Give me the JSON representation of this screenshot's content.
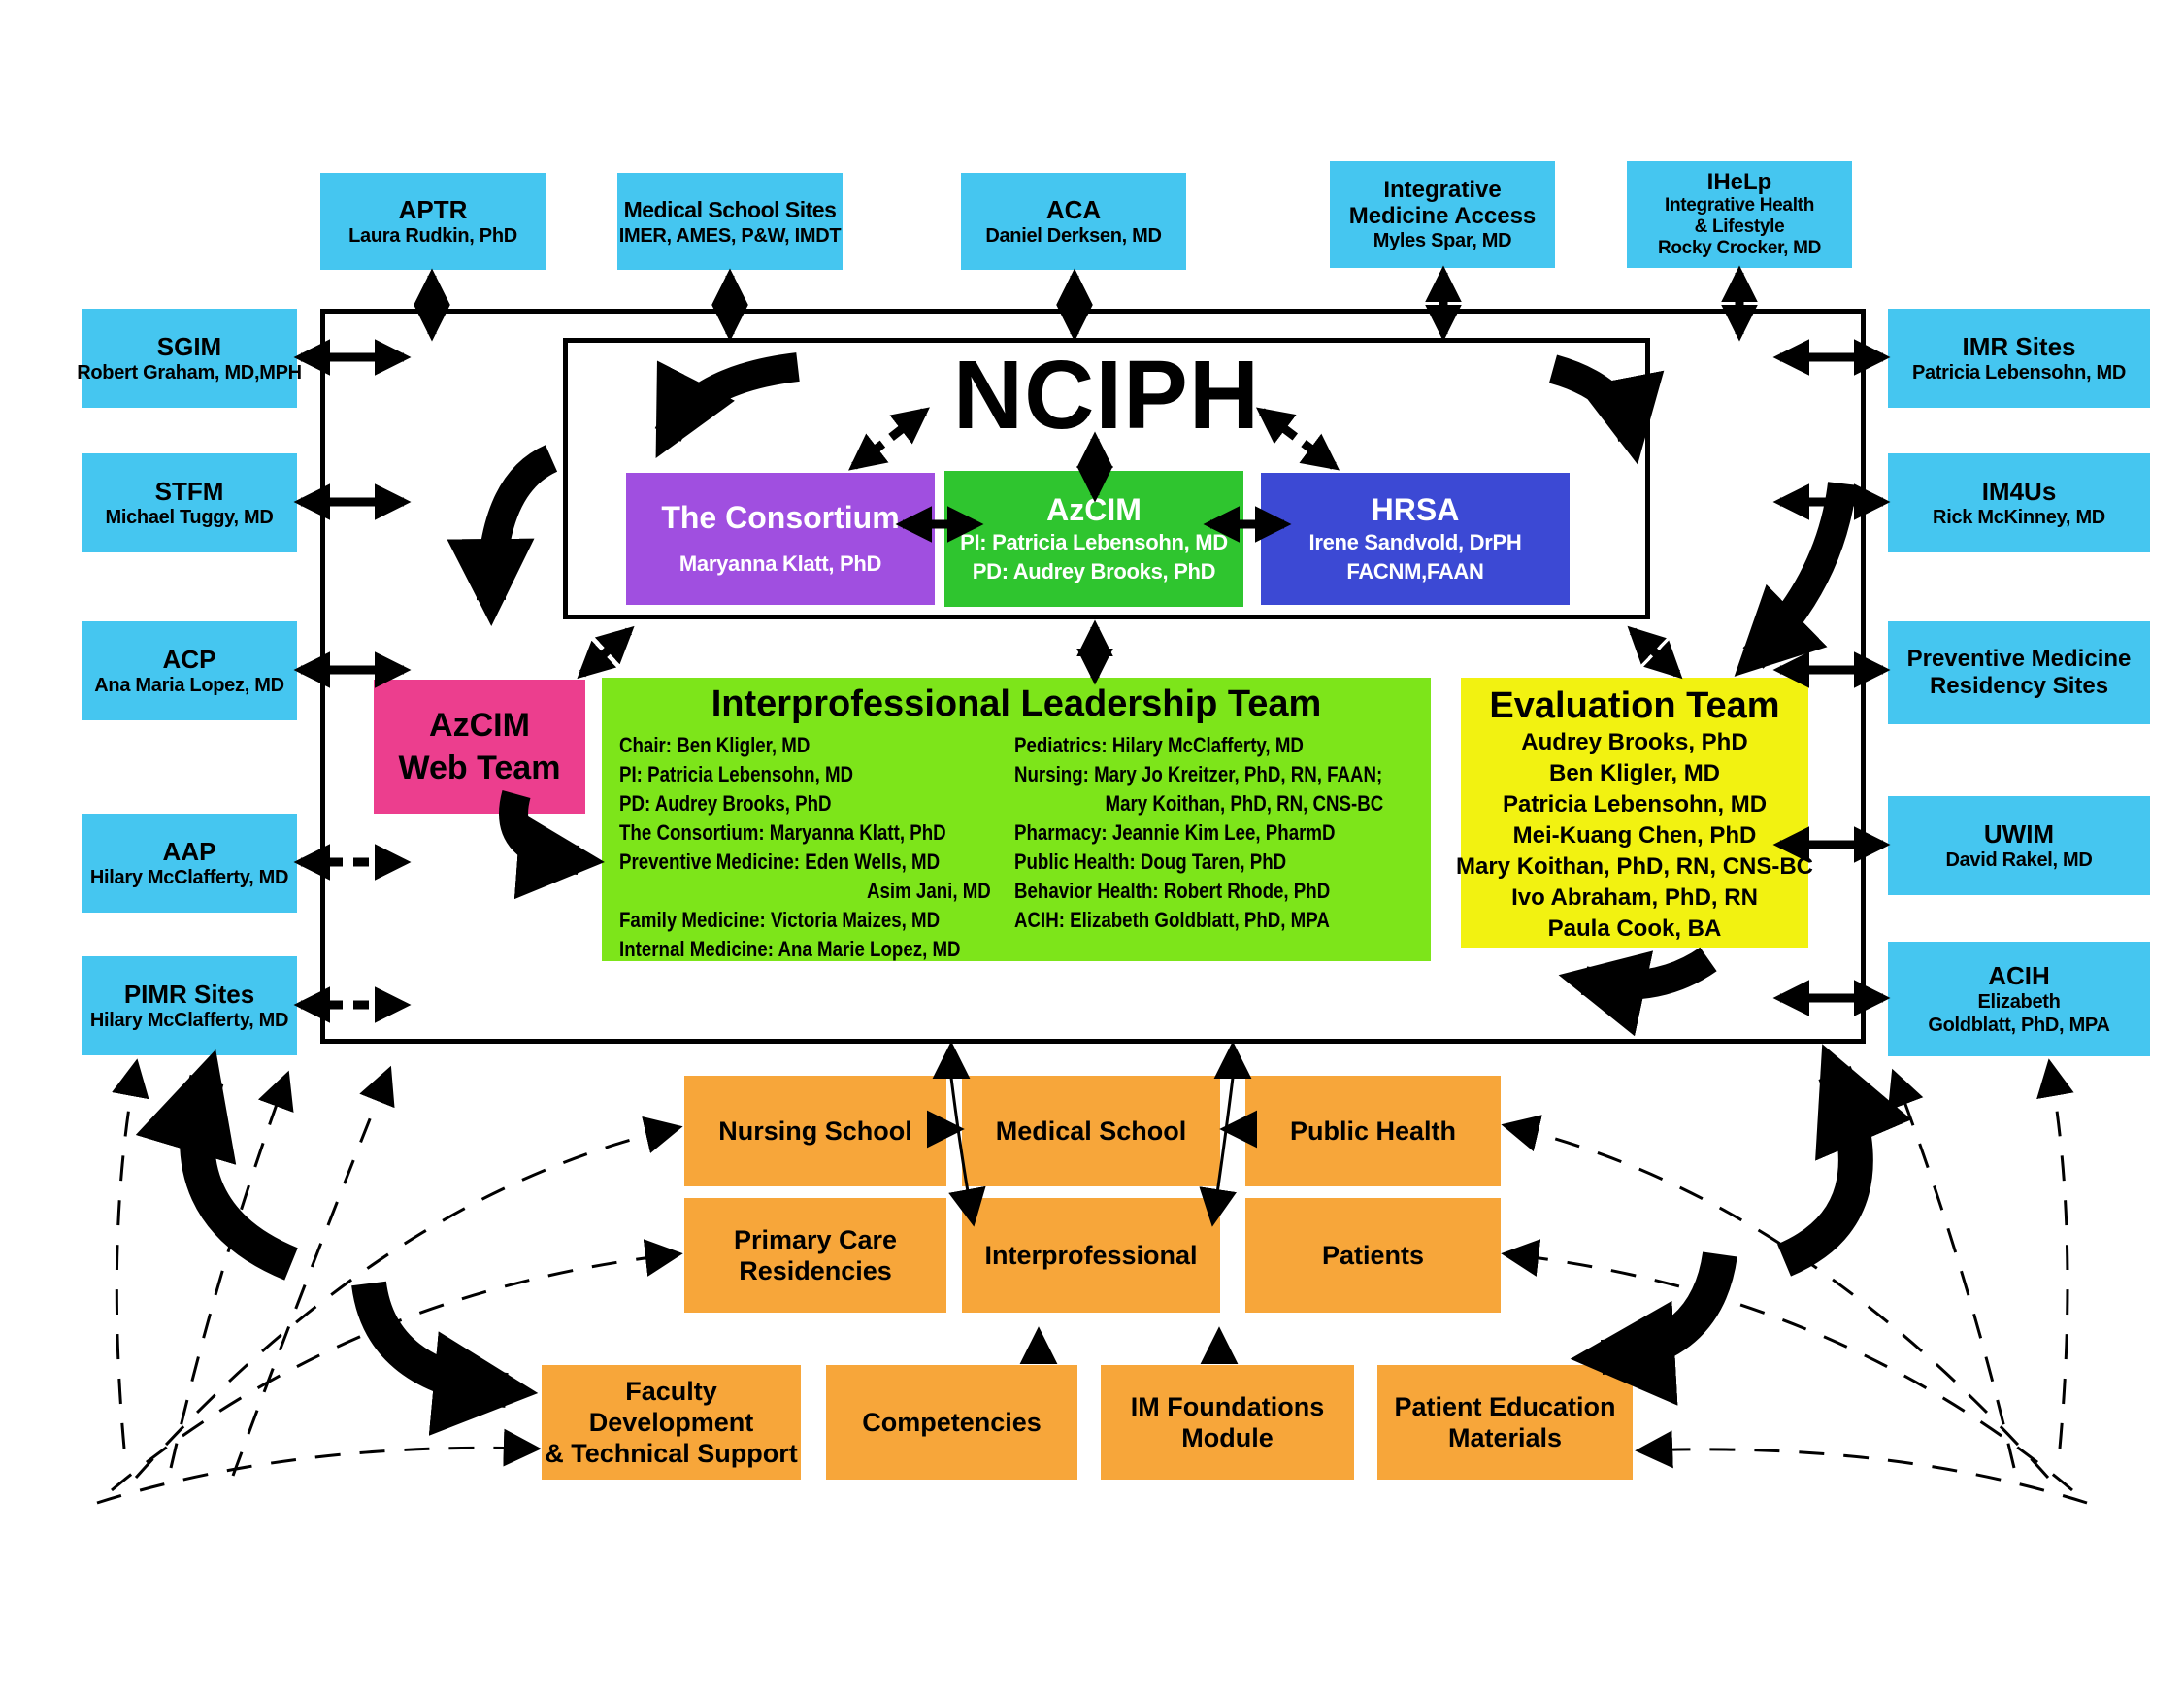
{
  "palette": {
    "stakeholder_blue": "#45C6F0",
    "consortium_purple": "#A04FE0",
    "azcim_green": "#2FC52F",
    "hrsa_blue": "#3C49D4",
    "webteam_pink": "#EC3E8E",
    "ilt_lime": "#7DE51A",
    "eval_yellow": "#F2F211",
    "audience_orange": "#F7A63A",
    "arrow_black": "#000000"
  },
  "center": {
    "title": "NCIPH",
    "consortium": {
      "title": "The Consortium",
      "name": "Maryanna Klatt, PhD"
    },
    "azcim": {
      "title": "AzCIM",
      "line1": "PI: Patricia Lebensohn, MD",
      "line2": "PD: Audrey Brooks, PhD"
    },
    "hrsa": {
      "title": "HRSA",
      "line1": "Irene Sandvold, DrPH",
      "line2": "FACNM,FAAN"
    }
  },
  "teams": {
    "web_team": {
      "line1": "AzCIM",
      "line2": "Web Team"
    },
    "ilt": {
      "title": "Interprofessional Leadership Team",
      "left": [
        "Chair: Ben Kligler, MD",
        "PI: Patricia Lebensohn, MD",
        "PD: Audrey Brooks, PhD",
        "The Consortium: Maryanna Klatt, PhD",
        "Preventive Medicine: Eden Wells, MD",
        "Asim Jani, MD",
        "Family Medicine: Victoria Maizes, MD",
        "Internal Medicine: Ana Marie Lopez, MD"
      ],
      "right": [
        "Pediatrics: Hilary McClafferty, MD",
        "Nursing: Mary Jo Kreitzer, PhD, RN, FAAN;",
        "Mary Koithan, PhD, RN, CNS-BC",
        "Pharmacy: Jeannie Kim Lee, PharmD",
        "Public Health: Doug Taren, PhD",
        "Behavior Health: Robert Rhode, PhD",
        "ACIH: Elizabeth Goldblatt, PhD, MPA"
      ]
    },
    "evaluation": {
      "title": "Evaluation Team",
      "members": [
        "Audrey Brooks, PhD",
        "Ben Kligler, MD",
        "Patricia Lebensohn, MD",
        "Mei-Kuang Chen, PhD",
        "Mary Koithan, PhD, RN, CNS-BC",
        "Ivo Abraham, PhD, RN",
        "Paula Cook, BA"
      ]
    }
  },
  "partners_top": [
    {
      "title": "APTR",
      "lines": [
        "Laura Rudkin, PhD"
      ]
    },
    {
      "title": "Medical School Sites",
      "lines": [
        "IMER, AMES, P&W, IMDT"
      ]
    },
    {
      "title": "ACA",
      "lines": [
        "Daniel Derksen, MD"
      ]
    },
    {
      "title_lines": [
        "Integrative",
        "Medicine Access"
      ],
      "lines": [
        "Myles Spar, MD"
      ]
    },
    {
      "title": "IHeLp",
      "lines": [
        "Integrative Health",
        "& Lifestyle",
        "Rocky Crocker, MD"
      ]
    }
  ],
  "partners_left": [
    {
      "title": "SGIM",
      "lines": [
        "Robert Graham, MD,MPH"
      ]
    },
    {
      "title": "STFM",
      "lines": [
        "Michael Tuggy, MD"
      ]
    },
    {
      "title": "ACP",
      "lines": [
        "Ana Maria Lopez, MD"
      ]
    },
    {
      "title": "AAP",
      "lines": [
        "Hilary McClafferty, MD"
      ]
    },
    {
      "title": "PIMR Sites",
      "lines": [
        "Hilary McClafferty, MD"
      ]
    }
  ],
  "partners_right": [
    {
      "title": "IMR Sites",
      "lines": [
        "Patricia Lebensohn, MD"
      ]
    },
    {
      "title": "IM4Us",
      "lines": [
        "Rick McKinney, MD"
      ]
    },
    {
      "title_lines": [
        "Preventive Medicine",
        "Residency Sites"
      ],
      "lines": []
    },
    {
      "title": "UWIM",
      "lines": [
        "David Rakel, MD"
      ]
    },
    {
      "title": "ACIH",
      "lines": [
        "Elizabeth",
        "Goldblatt, PhD, MPA"
      ]
    }
  ],
  "audiences": [
    {
      "lines": [
        "Nursing School"
      ]
    },
    {
      "lines": [
        "Medical School"
      ]
    },
    {
      "lines": [
        "Public Health"
      ]
    },
    {
      "lines": [
        "Primary Care",
        "Residencies"
      ]
    },
    {
      "lines": [
        "Interprofessional"
      ]
    },
    {
      "lines": [
        "Patients"
      ]
    }
  ],
  "resources": [
    {
      "lines": [
        "Faculty Development",
        "& Technical Support"
      ]
    },
    {
      "lines": [
        "Competencies"
      ]
    },
    {
      "lines": [
        "IM Foundations",
        "Module"
      ]
    },
    {
      "lines": [
        "Patient Education",
        "Materials"
      ]
    }
  ]
}
